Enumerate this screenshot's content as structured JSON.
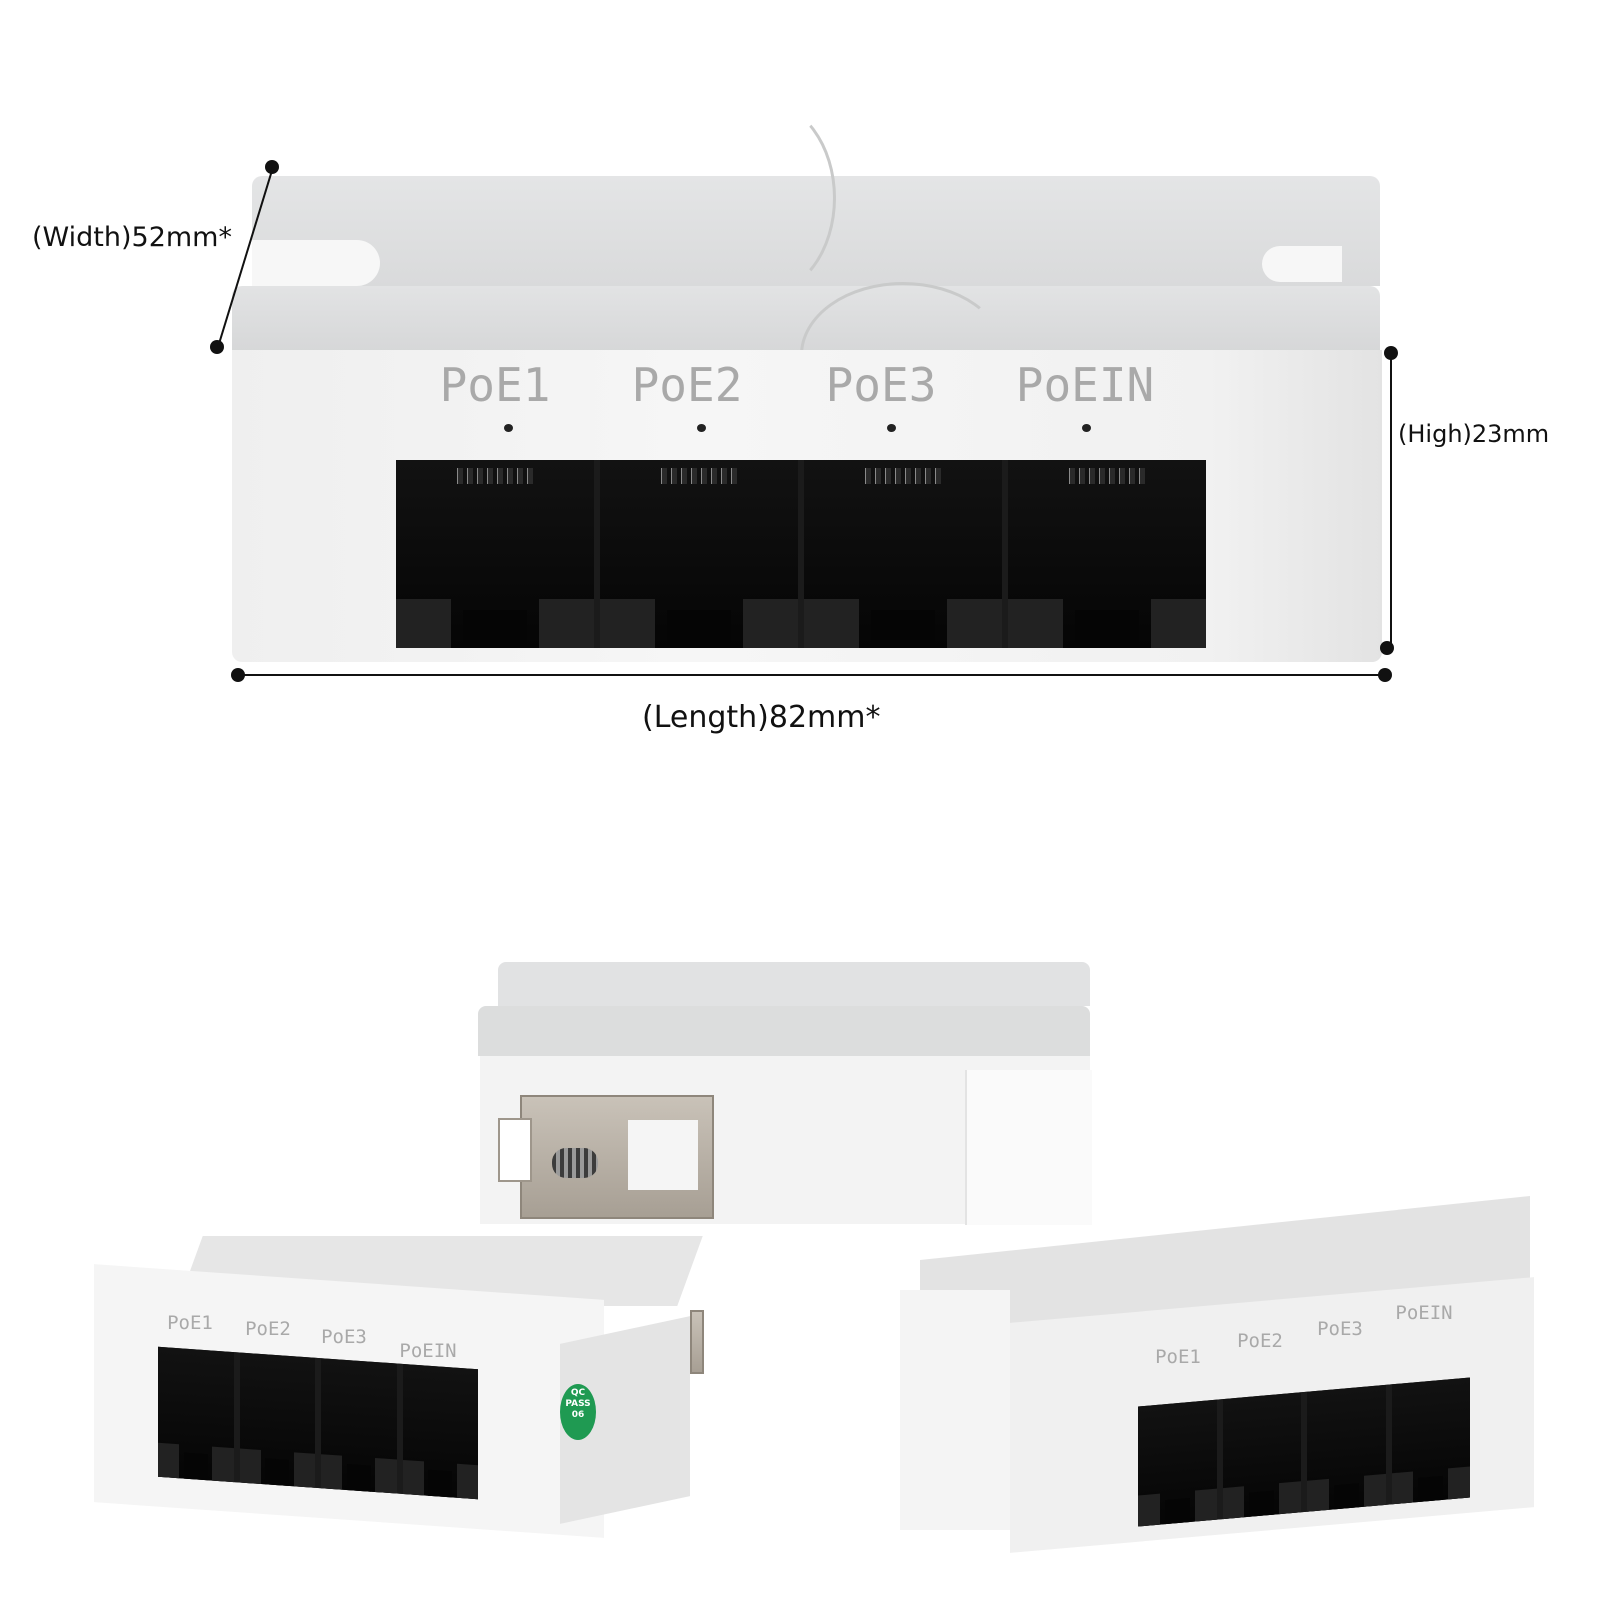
{
  "dimensions": {
    "width": "(Width)52mm*",
    "height": "(High)23mm",
    "length": "(Length)82mm*"
  },
  "main_view": {
    "ports": [
      {
        "label": "PoE1"
      },
      {
        "label": "PoE2"
      },
      {
        "label": "PoE3"
      },
      {
        "label": "PoEIN"
      }
    ]
  },
  "left_view": {
    "ports": [
      {
        "label": "PoE1"
      },
      {
        "label": "PoE2"
      },
      {
        "label": "PoE3"
      },
      {
        "label": "PoEIN"
      }
    ],
    "qc_sticker": {
      "line1": "QC",
      "line2": "PASS",
      "line3": "06",
      "color": "#1f9a52"
    }
  },
  "right_view": {
    "ports": [
      {
        "label": "PoE1"
      },
      {
        "label": "PoE2"
      },
      {
        "label": "PoE3"
      },
      {
        "label": "PoEIN"
      }
    ]
  },
  "colors": {
    "body": "#f2f2f2",
    "port": "#0c0c0c",
    "label": "#a9a9a9",
    "annotation": "#111111"
  }
}
